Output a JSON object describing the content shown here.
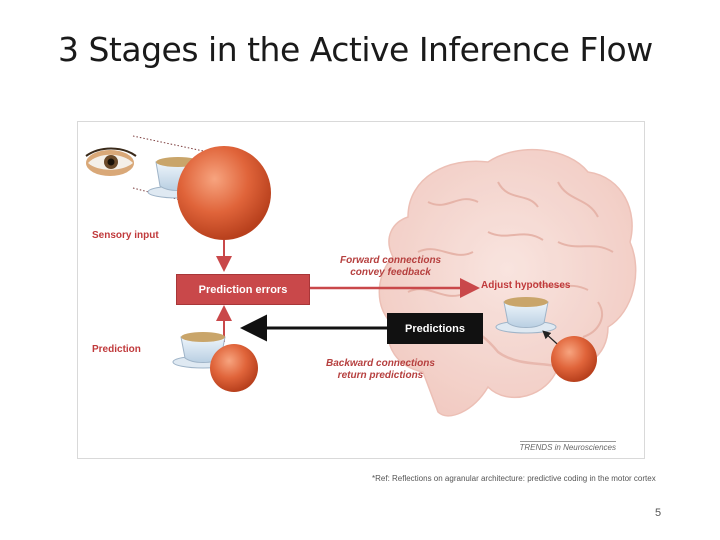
{
  "slide": {
    "title": "3 Stages in the Active Inference Flow",
    "reference": "*Ref: Reflections on agranular architecture: predictive coding in the motor cortex",
    "page_number": "5"
  },
  "figure": {
    "sensory_input_label": "Sensory input",
    "prediction_label": "Prediction",
    "prediction_errors_label": "Prediction errors",
    "predictions_label": "Predictions",
    "forward_connections_label_line1": "Forward connections",
    "forward_connections_label_line2": "convey feedback",
    "backward_connections_label_line1": "Backward connections",
    "backward_connections_label_line2": "return predictions",
    "adjust_hypotheses_label": "Adjust hypotheses",
    "credit": "TRENDS in Neurosciences",
    "colors": {
      "accent_red": "#c9484a",
      "label_red": "#c0393b",
      "sphere_orange": "#e0643a",
      "brain_pink": "#f3d3cc"
    }
  }
}
